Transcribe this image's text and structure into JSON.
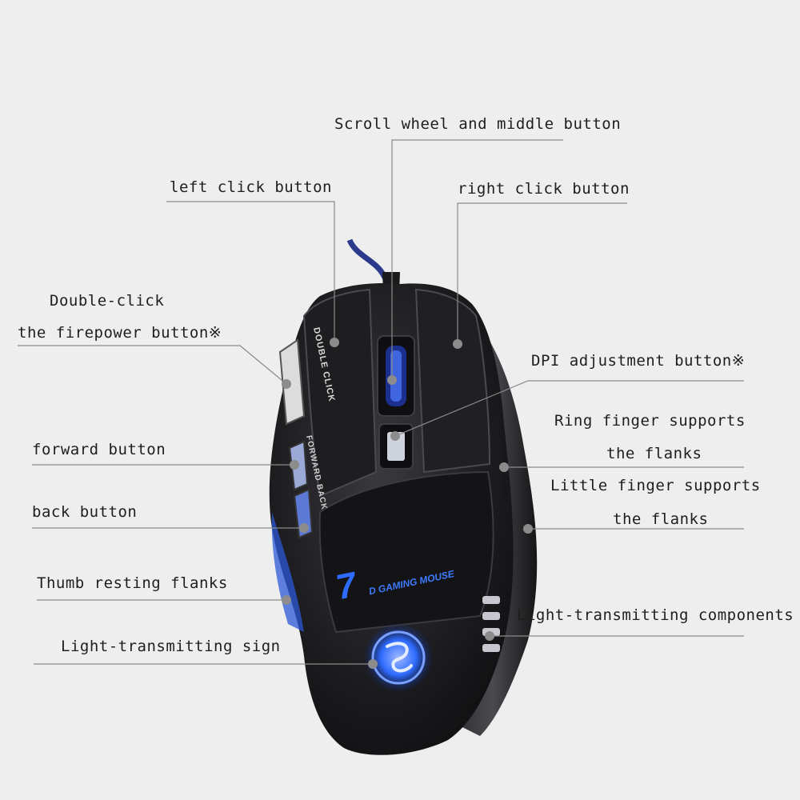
{
  "colors": {
    "background": "#eeeeee",
    "leader_line": "#8a8a8a",
    "mouse_body": "#1a1a1c",
    "led_blue": "#2e6bff"
  },
  "mouse": {
    "side_text_top": "DOUBLE CLICK",
    "side_text_bottom": "FORWARD BACK",
    "logo_digit": "7",
    "logo_text": "D GAMING MOUSE"
  },
  "labels": {
    "scroll_wheel": "Scroll wheel and middle button",
    "left_click": "left click button",
    "right_click": "right click button",
    "double_click_line1": "Double-click",
    "double_click_line2": "the firepower button※",
    "dpi": "DPI adjustment button※",
    "ring_finger_line1": "Ring finger supports",
    "ring_finger_line2": "the flanks",
    "forward": "forward button",
    "little_finger_line1": "Little finger supports",
    "little_finger_line2": "the flanks",
    "back": "back button",
    "thumb": "Thumb resting flanks",
    "light_components": "Light-transmitting components",
    "light_sign": "Light-transmitting sign"
  }
}
